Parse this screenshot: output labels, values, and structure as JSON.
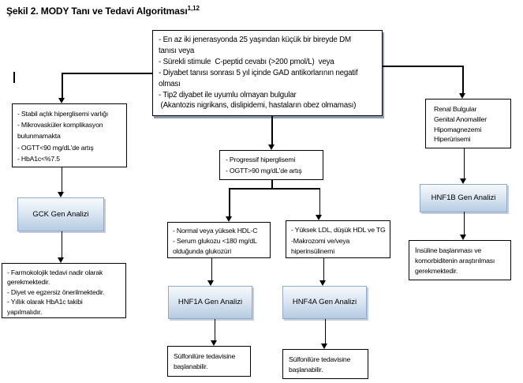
{
  "title": {
    "text": "Şekil 2. MODY Tanı ve Tedavi Algoritması",
    "superscript": "1,12"
  },
  "colors": {
    "text": "#000000",
    "box_border": "#000000",
    "shadow": "#8d9cb3",
    "gene_box_top": "#f6f9fc",
    "gene_box_mid": "#dce7f2",
    "gene_box_bottom": "#b6cbe2",
    "gene_box_border": "#8fabcb"
  },
  "boxes": {
    "criteria": {
      "lines": [
        "- En az iki jenerasyonda 25 yaşından küçük bir bireyde DM",
        "tanısı veya",
        "- Sürekli stimule  C-peptid cevabı (>200 pmol/L)  veya",
        "- Diyabet tanısı sonrası 5 yıl içinde GAD antikorlarının negatif",
        "olması",
        "- Tip2 diyabet ile uyumlu olmayan bulgular",
        " (Akantozis nigrikans, dislipidemi, hastaların obez olmaması)"
      ]
    },
    "left_criteria": {
      "lines": [
        "- Stabil açlık hiperglisemi varlığı",
        "- Mikrovasküler komplikasyon",
        "bulunmamakta",
        "- OGTT<90 mg/dL'de artış",
        "- HbA1c<%7.5"
      ]
    },
    "gck": {
      "label": "GCK Gen Analizi"
    },
    "left_outcome": {
      "lines": [
        "- Farmokolojik tedavi nadir olarak",
        "gerekmektedir.",
        "- Diyet ve egzersiz önerilmektedir.",
        "- Yıllık olarak HbA1c takibi",
        "yapılmalıdır."
      ]
    },
    "progressive": {
      "lines": [
        "- Progressif hiperglisemi",
        "- OGTT>90 mg/dL'de artış"
      ]
    },
    "mid_left_criteria": {
      "lines": [
        "- Normal veya yüksek HDL-C",
        "- Serum glukozu <180 mg/dL",
        "olduğunda glukozüri"
      ]
    },
    "mid_right_criteria": {
      "lines": [
        "- Yüksek LDL, düşük HDL ve TG",
        "-Makrozomi ve/veya",
        "hiperinsülinemi"
      ]
    },
    "hnf1a": {
      "label": "HNF1A Gen Analizi"
    },
    "hnf4a": {
      "label": "HNF4A Gen Analizi"
    },
    "sulfonylurea_left": {
      "lines": [
        "Sülfonilüre tedavisine",
        "başlanabilir."
      ]
    },
    "sulfonylurea_right": {
      "lines": [
        "Sülfonilüre tedavisine",
        "başlanabilir."
      ]
    },
    "renal_criteria": {
      "lines": [
        "Renal Bulgular",
        "Genital Anomaliler",
        "Hipomagnezemi",
        "Hiperürisemi"
      ]
    },
    "hnf1b": {
      "label": "HNF1B Gen Analizi"
    },
    "right_outcome": {
      "lines": [
        "İnsüline başlanması ve",
        "komorbiditenin araştırılması",
        "gerekmektedir."
      ]
    }
  }
}
